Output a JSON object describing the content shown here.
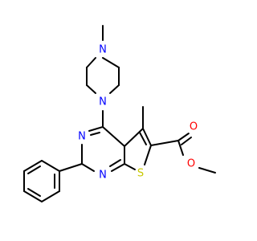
{
  "molecule": {
    "colors": {
      "carbon": "#000000",
      "nitrogen": "#0000ff",
      "oxygen": "#ff0000",
      "sulfur": "#c8c800",
      "background": "#ffffff"
    },
    "atoms": {
      "n_piperazine_top": {
        "label": "N",
        "element": "nitrogen"
      },
      "n_piperazine_bottom": {
        "label": "N",
        "element": "nitrogen"
      },
      "n_pyrimidine_3": {
        "label": "N",
        "element": "nitrogen"
      },
      "n_pyrimidine_1": {
        "label": "N",
        "element": "nitrogen"
      },
      "s_thiophene": {
        "label": "S",
        "element": "sulfur"
      },
      "o_carbonyl": {
        "label": "O",
        "element": "oxygen"
      },
      "o_ester": {
        "label": "O",
        "element": "oxygen"
      }
    }
  }
}
